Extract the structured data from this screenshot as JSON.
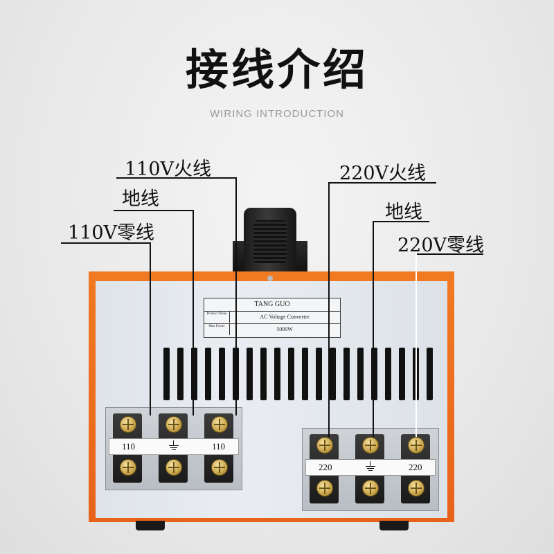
{
  "title": "接线介绍",
  "subtitle": "WIRING INTRODUCTION",
  "callouts": {
    "left_live": "110V火线",
    "left_ground": "地线",
    "left_neutral": "110V零线",
    "right_live": "220V火线",
    "right_ground": "地线",
    "right_neutral": "220V零线"
  },
  "nameplate": {
    "brand": "TANG GUO",
    "product_key": "Product Name",
    "product_value": "AC Voltage Converter",
    "power_key": "Max Power",
    "power_value": "5000W"
  },
  "terminals": {
    "left_a": "110",
    "left_b": "110",
    "right_a": "220",
    "right_b": "220"
  },
  "colors": {
    "cabinet": "#e8621a",
    "panel": "#e4e8ed",
    "ink": "#111111"
  }
}
